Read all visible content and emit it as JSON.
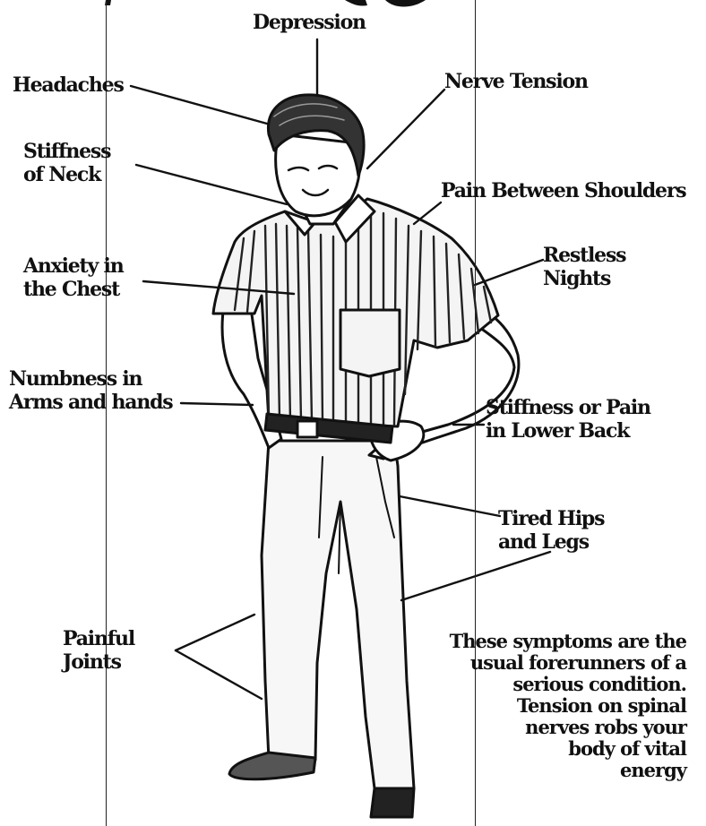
{
  "labels": {
    "depression": "Depression",
    "headaches": "Headaches",
    "nerve_tension": "Nerve Tension",
    "stiffness_neck": [
      "Stiffness",
      "of Neck"
    ],
    "pain_shoulders": "Pain Between Shoulders",
    "restless_nights": [
      "Restless",
      "Nights"
    ],
    "anxiety_chest": [
      "Anxiety in",
      "the Chest"
    ],
    "numbness": [
      "Numbness in",
      "Arms and hands"
    ],
    "lower_back": [
      "Stiffness or Pain",
      "in Lower Back"
    ],
    "hips_legs": [
      "Tired Hips",
      "and Legs"
    ],
    "painful_joints": [
      "Painful",
      "Joints"
    ]
  },
  "note_lines": [
    "These symptoms are the",
    "usual forerunners of a",
    "serious condition.",
    "Tension on spinal",
    "nerves robs your",
    "body of vital",
    "energy"
  ],
  "colors": {
    "ink": "#111111",
    "paper": "#ffffff",
    "shirt": "#f4f4f4",
    "pants": "#f7f7f7"
  }
}
